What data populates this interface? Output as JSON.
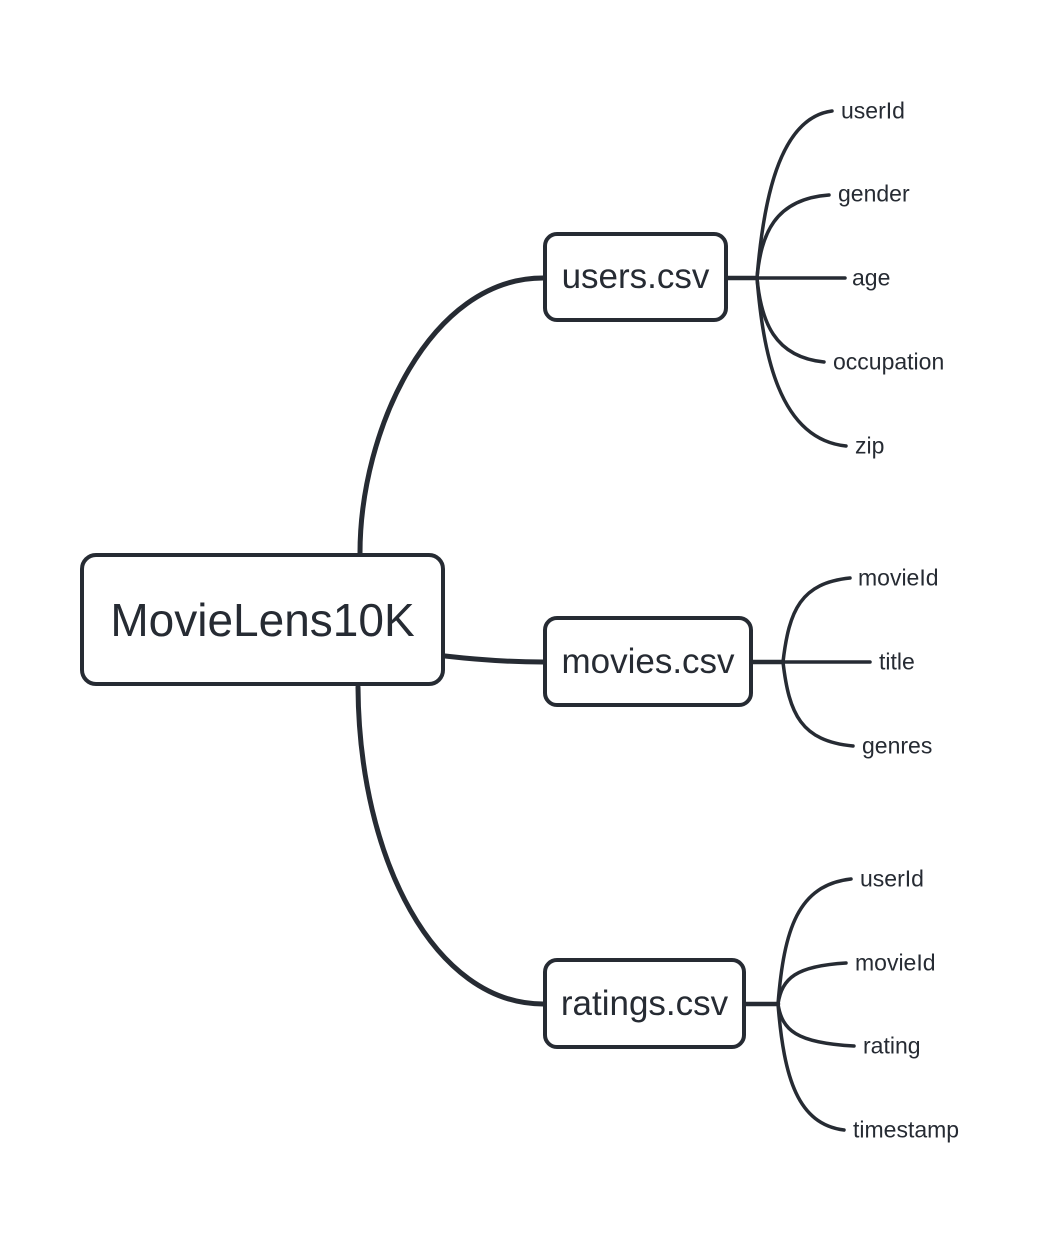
{
  "diagram": {
    "type": "mindmap",
    "colors": {
      "ink": "#262b33",
      "background": "#ffffff"
    },
    "root": {
      "label": "MovieLens10K"
    },
    "branches": [
      {
        "label": "users.csv",
        "leaves": [
          "userId",
          "gender",
          "age",
          "occupation",
          "zip"
        ]
      },
      {
        "label": "movies.csv",
        "leaves": [
          "movieId",
          "title",
          "genres"
        ]
      },
      {
        "label": "ratings.csv",
        "leaves": [
          "userId",
          "movieId",
          "rating",
          "timestamp"
        ]
      }
    ]
  }
}
